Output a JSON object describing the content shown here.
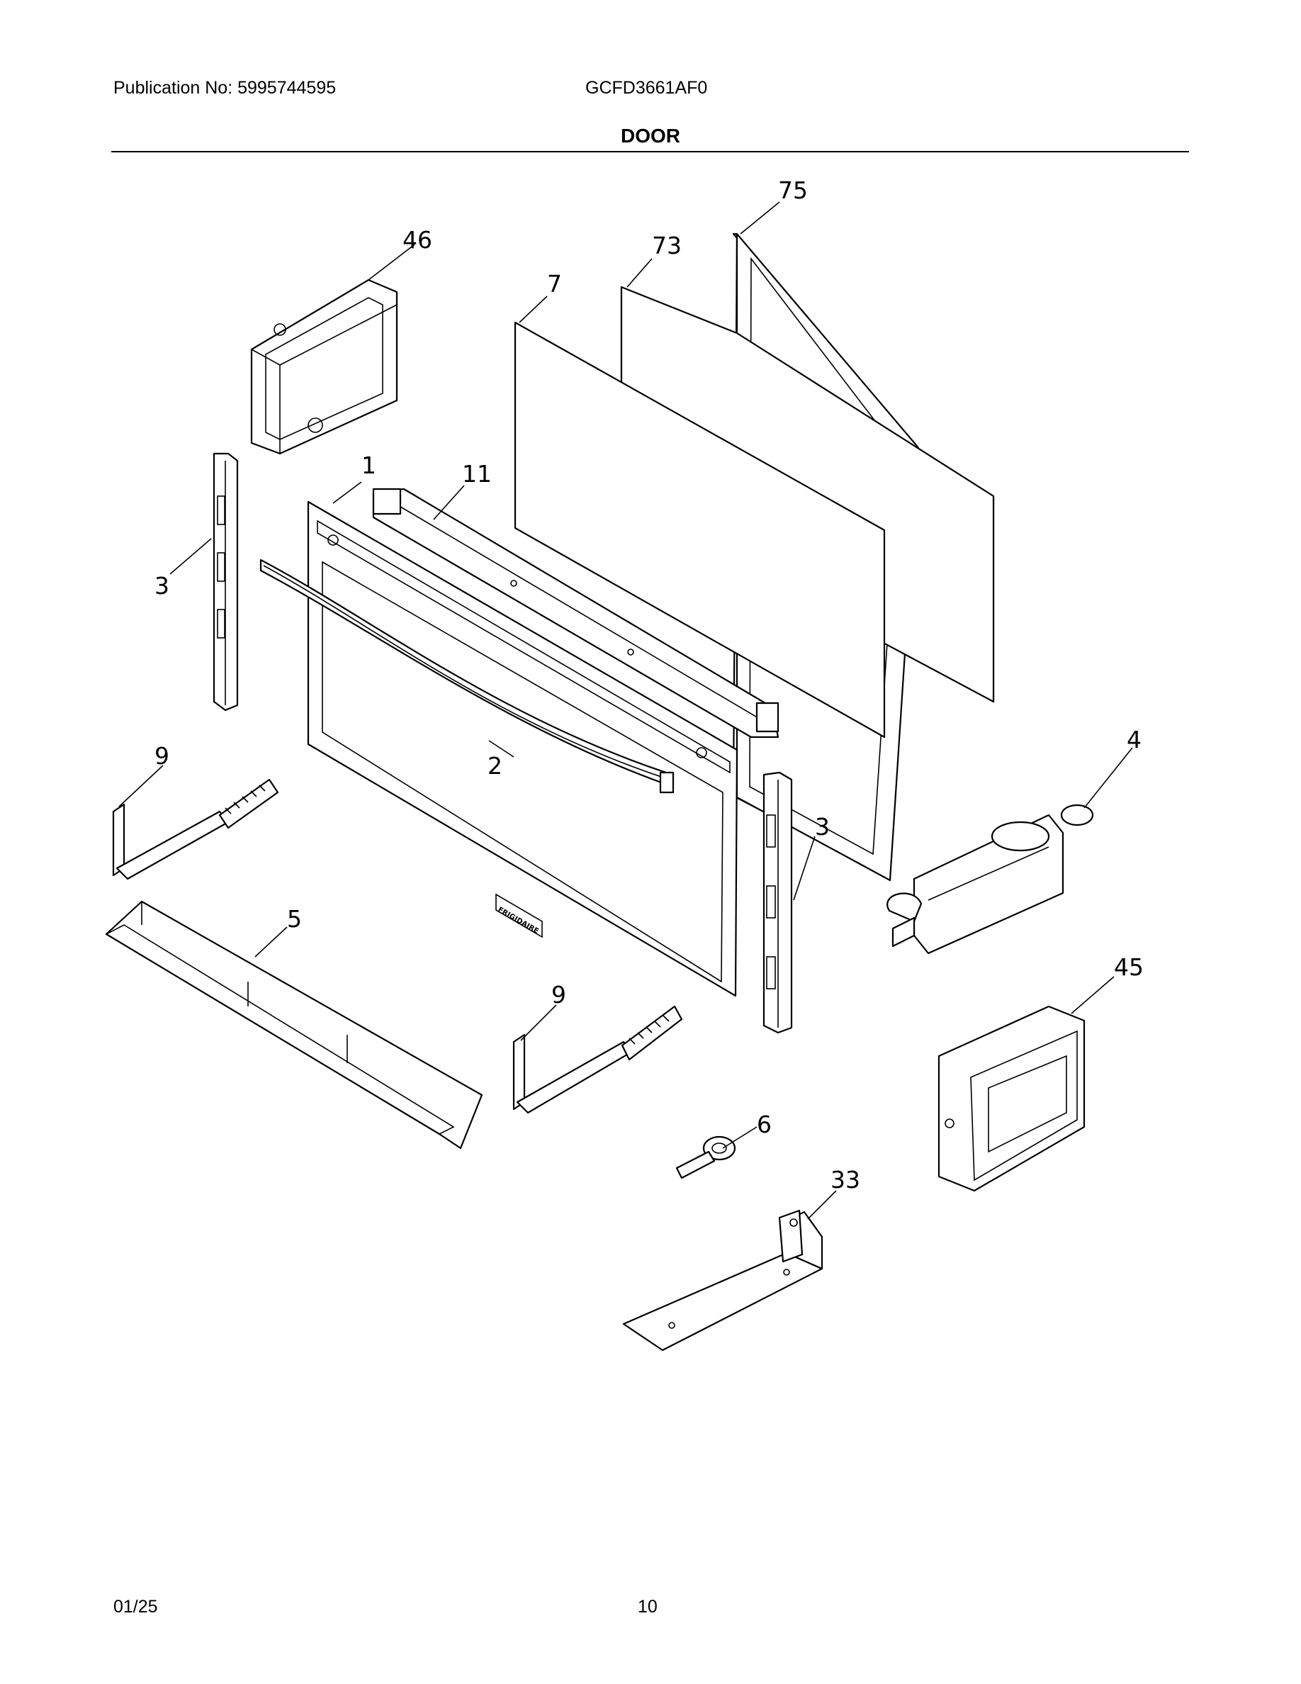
{
  "header": {
    "publication": "Publication No: 5995744595",
    "model": "GCFD3661AF0",
    "section_title": "DOOR"
  },
  "footer": {
    "date": "01/25",
    "page": "10"
  },
  "diagram": {
    "brand_label": "FRIGIDAIRE",
    "callouts": [
      "75",
      "73",
      "7",
      "46",
      "1",
      "11",
      "3",
      "2",
      "9",
      "4",
      "3",
      "5",
      "9",
      "45",
      "6",
      "33"
    ]
  }
}
